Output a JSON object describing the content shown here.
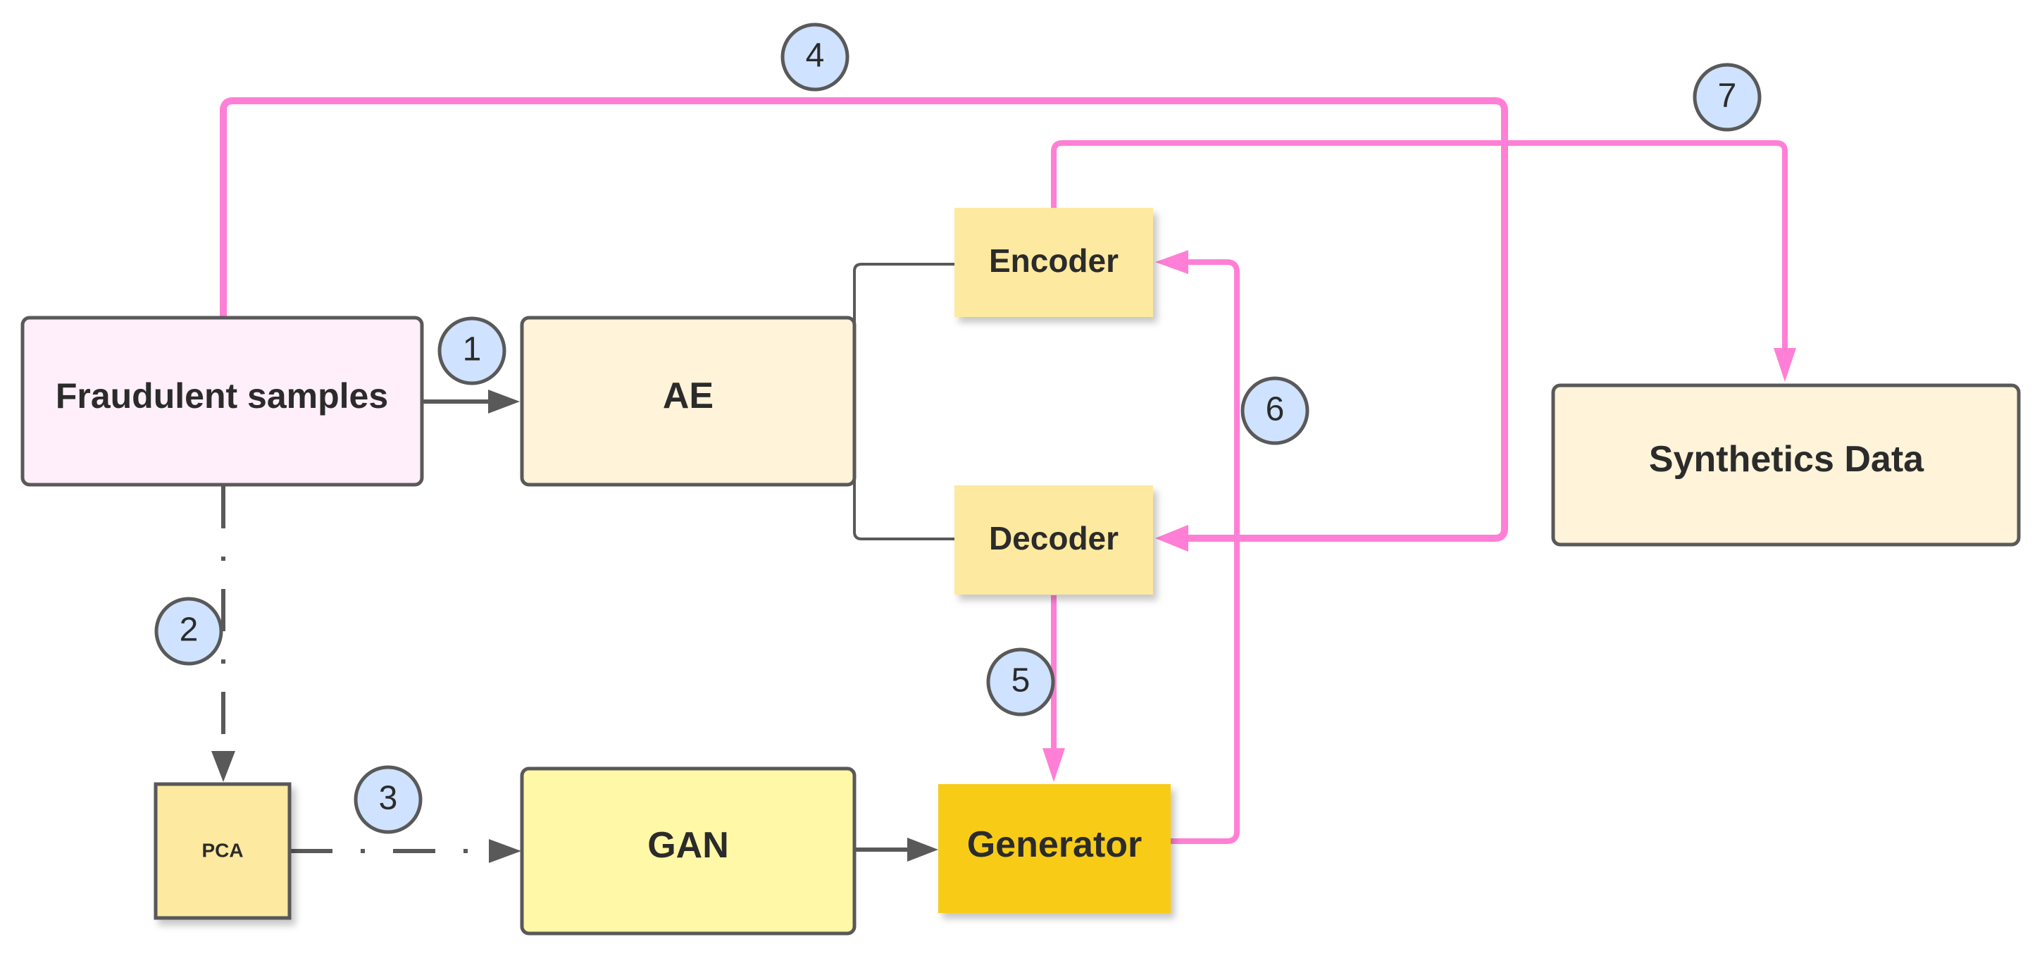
{
  "colors": {
    "pink_flow": "#ff7fd6",
    "gray_flow": "#595959",
    "step_circle_fill": "#cfe2ff",
    "step_circle_stroke": "#595959",
    "fraud_fill": "#ffeffa",
    "ae_fill": "#fff3d9",
    "sticky_fill": "#fde9a0",
    "pca_fill": "#fde9a0",
    "gan_fill": "#fff8a6",
    "generator_fill": "#f8cc17",
    "synth_fill": "#fff3d9"
  },
  "nodes": {
    "fraudulent_samples": "Fraudulent samples",
    "ae": "AE",
    "encoder": "Encoder",
    "decoder": "Decoder",
    "pca": "PCA",
    "gan": "GAN",
    "generator": "Generator",
    "synthetics_data": "Synthetics Data"
  },
  "steps": {
    "s1": "1",
    "s2": "2",
    "s3": "3",
    "s4": "4",
    "s5": "5",
    "s6": "6",
    "s7": "7"
  }
}
